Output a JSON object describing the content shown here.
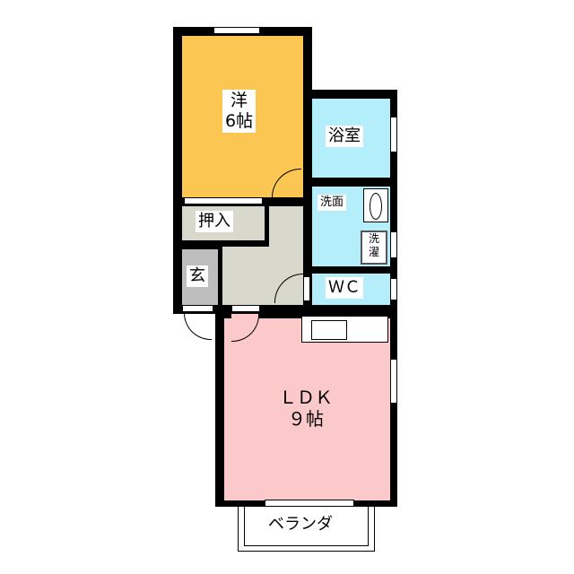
{
  "rooms": {
    "western": {
      "label": "洋",
      "size": "6帖",
      "color": "#FCC652"
    },
    "bath": {
      "label": "浴室",
      "color": "#B3EEFA"
    },
    "washroom": {
      "label": "洗面",
      "color": "#B3EEFA"
    },
    "laundry": {
      "label": "洗\n濯"
    },
    "wc": {
      "label": "ＷＣ",
      "color": "#B3EEFA"
    },
    "closet": {
      "label": "押入",
      "color": "#D9D8CC"
    },
    "entrance": {
      "label": "玄",
      "color": "#BEBEBE"
    },
    "ldk": {
      "label": "ＬＤＫ",
      "size": "９帖",
      "color": "#FCC9CB"
    },
    "balcony": {
      "label": "ベランダ"
    }
  }
}
